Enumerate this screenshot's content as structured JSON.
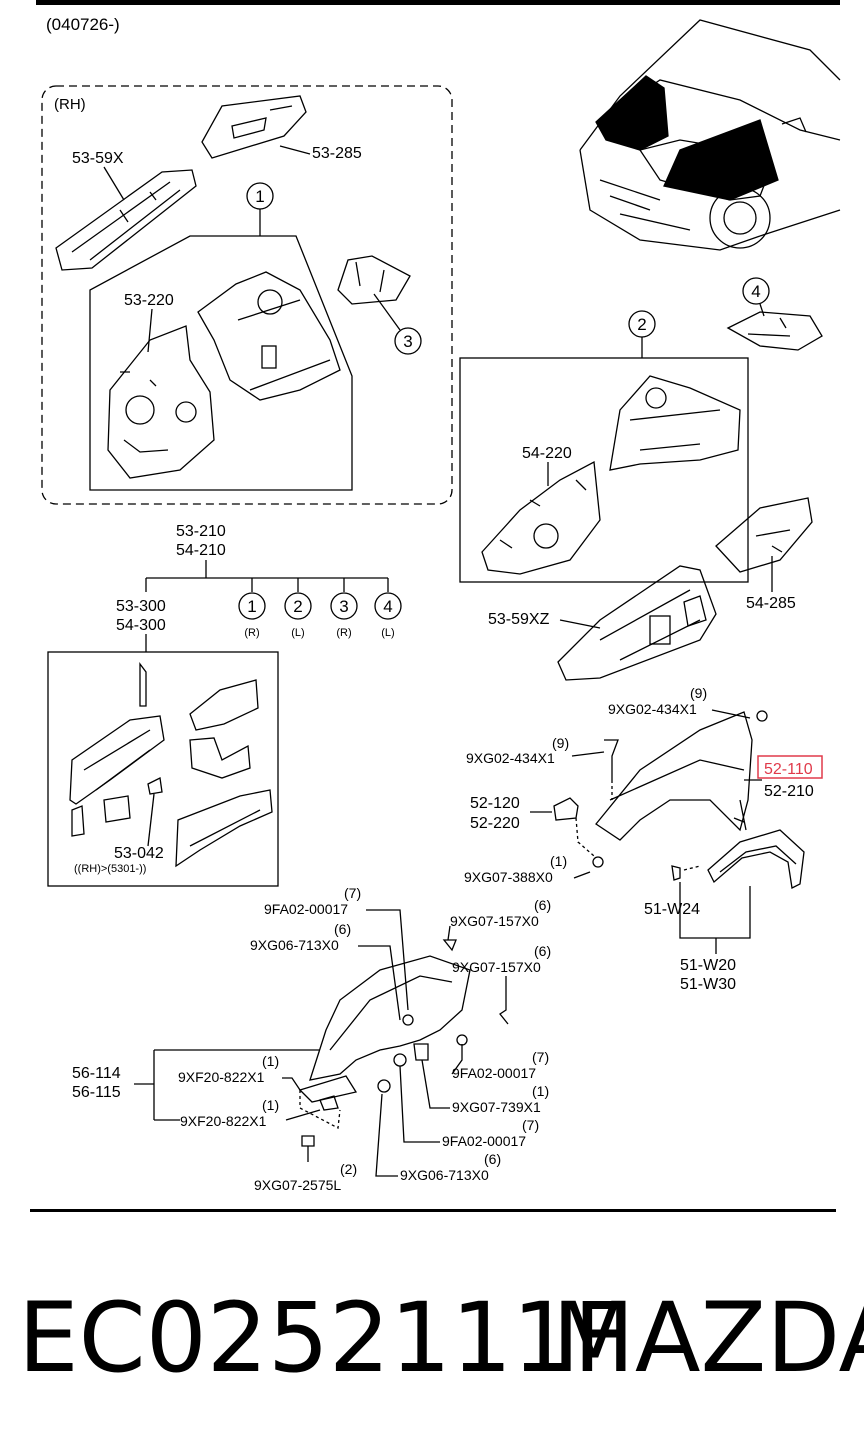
{
  "header": {
    "date_code": "(040726-)"
  },
  "rh_box": {
    "side": "(RH)",
    "labels": [
      "53-59X",
      "53-285",
      "53-220"
    ],
    "circles": [
      "1",
      "3"
    ]
  },
  "right_group": {
    "labels": [
      "54-220",
      "54-285",
      "53-59XZ"
    ],
    "circles": [
      "2",
      "4"
    ]
  },
  "bracket": {
    "top_labels": [
      "53-210",
      "54-210"
    ],
    "left_labels": [
      "53-300",
      "54-300"
    ],
    "circles": [
      "1",
      "2",
      "3",
      "4"
    ],
    "sides": [
      "(R)",
      "(L)",
      "(R)",
      "(L)"
    ]
  },
  "lower_box": {
    "label": "53-042",
    "note": "((RH)>(5301-))"
  },
  "fender": {
    "highlight": "52-110",
    "label2": "52-210",
    "bolt_top": "9XG02-434X1",
    "bolt_top_qty": "(9)",
    "bolt_mid": "9XG02-434X1",
    "bolt_mid_qty": "(9)",
    "bracket_a": "52-120",
    "bracket_b": "52-220",
    "screw": "9XG07-388X0",
    "screw_qty": "(1)"
  },
  "arch": {
    "part": "51-W24",
    "label_a": "51-W20",
    "label_b": "51-W30"
  },
  "liner": {
    "main_a": "56-114",
    "main_b": "56-115",
    "parts": [
      {
        "qty": "(7)",
        "code": "9FA02-00017"
      },
      {
        "qty": "(6)",
        "code": "9XG06-713X0"
      },
      {
        "qty": "(6)",
        "code": "9XG07-157X0"
      },
      {
        "qty": "(6)",
        "code": "9XG07-157X0"
      },
      {
        "qty": "(1)",
        "code": "9XF20-822X1"
      },
      {
        "qty": "(1)",
        "code": "9XF20-822X1"
      },
      {
        "qty": "(7)",
        "code": "9FA02-00017"
      },
      {
        "qty": "(1)",
        "code": "9XG07-739X1"
      },
      {
        "qty": "(7)",
        "code": "9FA02-00017"
      },
      {
        "qty": "(6)",
        "code": "9XG06-713X0"
      },
      {
        "qty": "(2)",
        "code": "9XG07-2575L"
      }
    ]
  },
  "footer": {
    "part_number": "EC0252111F",
    "brand": "MAZDA"
  },
  "colors": {
    "highlight": "#e03a4a",
    "line": "#000000"
  }
}
